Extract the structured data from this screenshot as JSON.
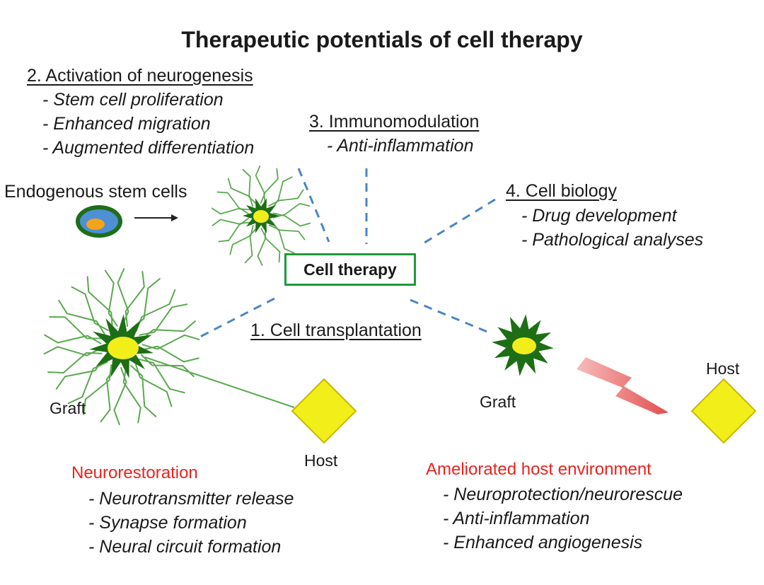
{
  "title": "Therapeutic potentials of cell therapy",
  "center": "Cell therapy",
  "sections": {
    "neurogenesis": {
      "heading": "2. Activation of neurogenesis",
      "items": [
        "- Stem cell proliferation",
        "- Enhanced migration",
        "- Augmented differentiation"
      ]
    },
    "immunomodulation": {
      "heading": "3. Immunomodulation",
      "items": [
        "- Anti-inflammation"
      ]
    },
    "cell_biology": {
      "heading": "4. Cell biology",
      "items": [
        "- Drug development",
        "- Pathological analyses"
      ]
    },
    "transplantation": {
      "heading": "1. Cell transplantation"
    }
  },
  "labels": {
    "endogenous": "Endogenous stem cells",
    "graft_left": "Graft",
    "host_left": "Host",
    "graft_right": "Graft",
    "host_right": "Host"
  },
  "outcomes": {
    "neurorestoration": {
      "heading": "Neurorestoration",
      "items": [
        "- Neurotransmitter release",
        "- Synapse formation",
        "- Neural circuit formation"
      ]
    },
    "ameliorated": {
      "heading": "Ameliorated host environment",
      "items": [
        "- Neuroprotection/neurorescue",
        "- Anti-inflammation",
        "- Enhanced angiogenesis"
      ]
    }
  },
  "colors": {
    "cell_body": "#1d6e14",
    "nucleus": "#f2ee1a",
    "dendrite": "#5aa84f",
    "dash": "#4a86c8",
    "host": "#f2ee1a",
    "outcome_heading": "#e8241f",
    "box_border": "#1f9a3a"
  }
}
